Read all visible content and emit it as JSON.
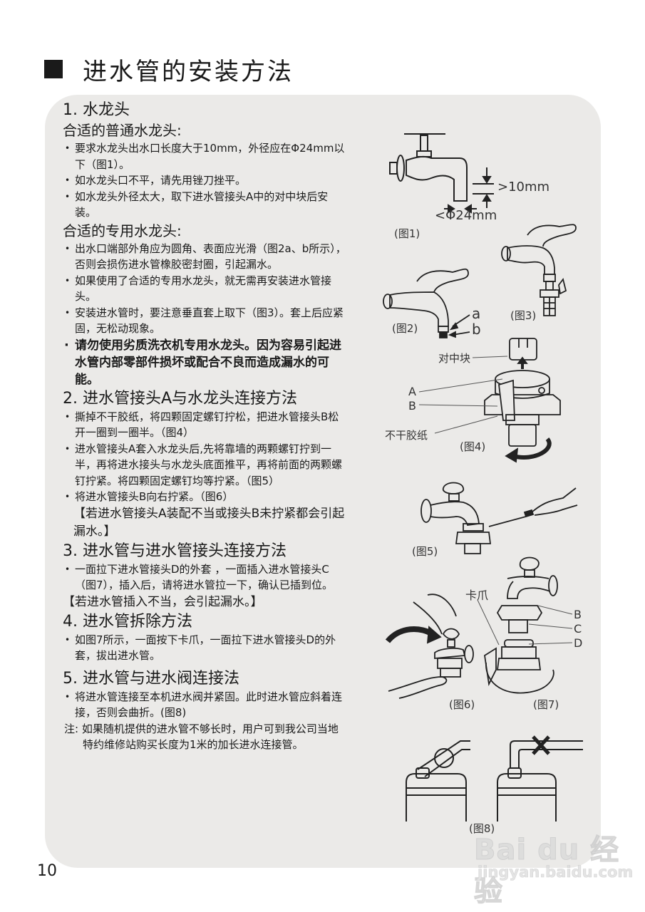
{
  "page": {
    "title": "进水管的安装方法",
    "page_number": "10"
  },
  "sections": {
    "s1": {
      "heading": "1. 水龙头",
      "normal_faucet": {
        "heading": "合适的普通水龙头:",
        "items": [
          "要求水龙头出水口长度大于10mm，外径应在Φ24mm以下（图1）。",
          "如水龙头口不平，请先用锉刀挫平。",
          "如水龙头外径太大，取下进水管接头A中的对中块后安装。"
        ]
      },
      "special_faucet": {
        "heading": "合适的专用水龙头:",
        "items": [
          "出水口端部外角应为圆角、表面应光滑（图2a、b所示），否则会损伤进水管橡胶密封圈，引起漏水。",
          "如果使用了合适的专用水龙头，就无需再安装进水管接头。",
          "安装进水管时，要注意垂直套上取下（图3）。套上后应紧固，无松动现象。"
        ],
        "warning_bold": "请勿使用劣质洗衣机专用水龙头。因为容易引起进水管内部零部件损坏或配合不良而造成漏水的可能。"
      }
    },
    "s2": {
      "heading": "2. 进水管接头A与水龙头连接方法",
      "items": [
        "撕掉不干胶纸，将四颗固定螺钉拧松，把进水管接头B松开一圈到一圈半。（图4）",
        "进水管接头A套入水龙头后,先将靠墙的两颗螺钉拧到一半，再将进水接头与水龙头底面推平，再将前面的两颗螺钉拧紧。将四颗固定螺钉均等拧紧。（图5）",
        "将进水管接头B向右拧紧。（图6）"
      ],
      "warning": "【若进水管接头A装配不当或接头B未拧紧都会引起漏水。】"
    },
    "s3": {
      "heading": "3. 进水管与进水管接头连接方法",
      "items": [
        "一面拉下进水管接头D的外套 ，一面插入进水管接头C（图7），插入后，请将进水管拉一下，确认已插到位。"
      ],
      "warning": "【若进水管插入不当，会引起漏水。】"
    },
    "s4": {
      "heading": "4. 进水管拆除方法",
      "items": [
        "如图7所示，一面按下卡爪，一面拉下进水管接头D的外套，拔出进水管。"
      ]
    },
    "s5": {
      "heading": "5. 进水管与进水阀连接法",
      "items": [
        "将进水管连接至本机进水阀并紧固。此时进水管应斜着连接，否则会曲折。(图8)"
      ],
      "note": "注: 如果随机提供的进水管不够长时，用户可到我公司当地特约维修站购买长度为1米的加长进水连接管。"
    }
  },
  "figures": {
    "fig1": {
      "label": "(图1)",
      "dim_length": ">10mm",
      "dim_diameter": "<Φ24mm",
      "icon": "faucet-dimension-icon"
    },
    "fig2": {
      "label": "(图2)",
      "callout_a": "a",
      "callout_b": "b",
      "icon": "faucet-spout-icon"
    },
    "fig3": {
      "label": "(图3)",
      "icon": "faucet-with-connector-icon"
    },
    "fig4": {
      "label": "(图4)",
      "callout_centering_block": "对中块",
      "callout_A": "A",
      "callout_B": "B",
      "callout_tape": "不干胶纸",
      "icon": "connector-assembly-icon"
    },
    "fig5": {
      "label": "(图5)",
      "icon": "screwdriver-tighten-icon"
    },
    "fig6": {
      "label": "(图6)",
      "icon": "hand-twist-connector-icon"
    },
    "fig7": {
      "label": "(图7)",
      "callout_claw": "卡爪",
      "callout_B": "B",
      "callout_C": "C",
      "callout_D": "D",
      "icon": "hose-insert-icon"
    },
    "fig8": {
      "label": "(图8)",
      "icon": "inlet-valve-angle-icon",
      "wrong_mark": "✕"
    }
  },
  "watermark": {
    "brand": "Bai du 经验",
    "url": "jingyan.baidu.com"
  },
  "colors": {
    "panel_bg": "#ebeae8",
    "text": "#1a1a1a",
    "page_bg": "#ffffff"
  }
}
